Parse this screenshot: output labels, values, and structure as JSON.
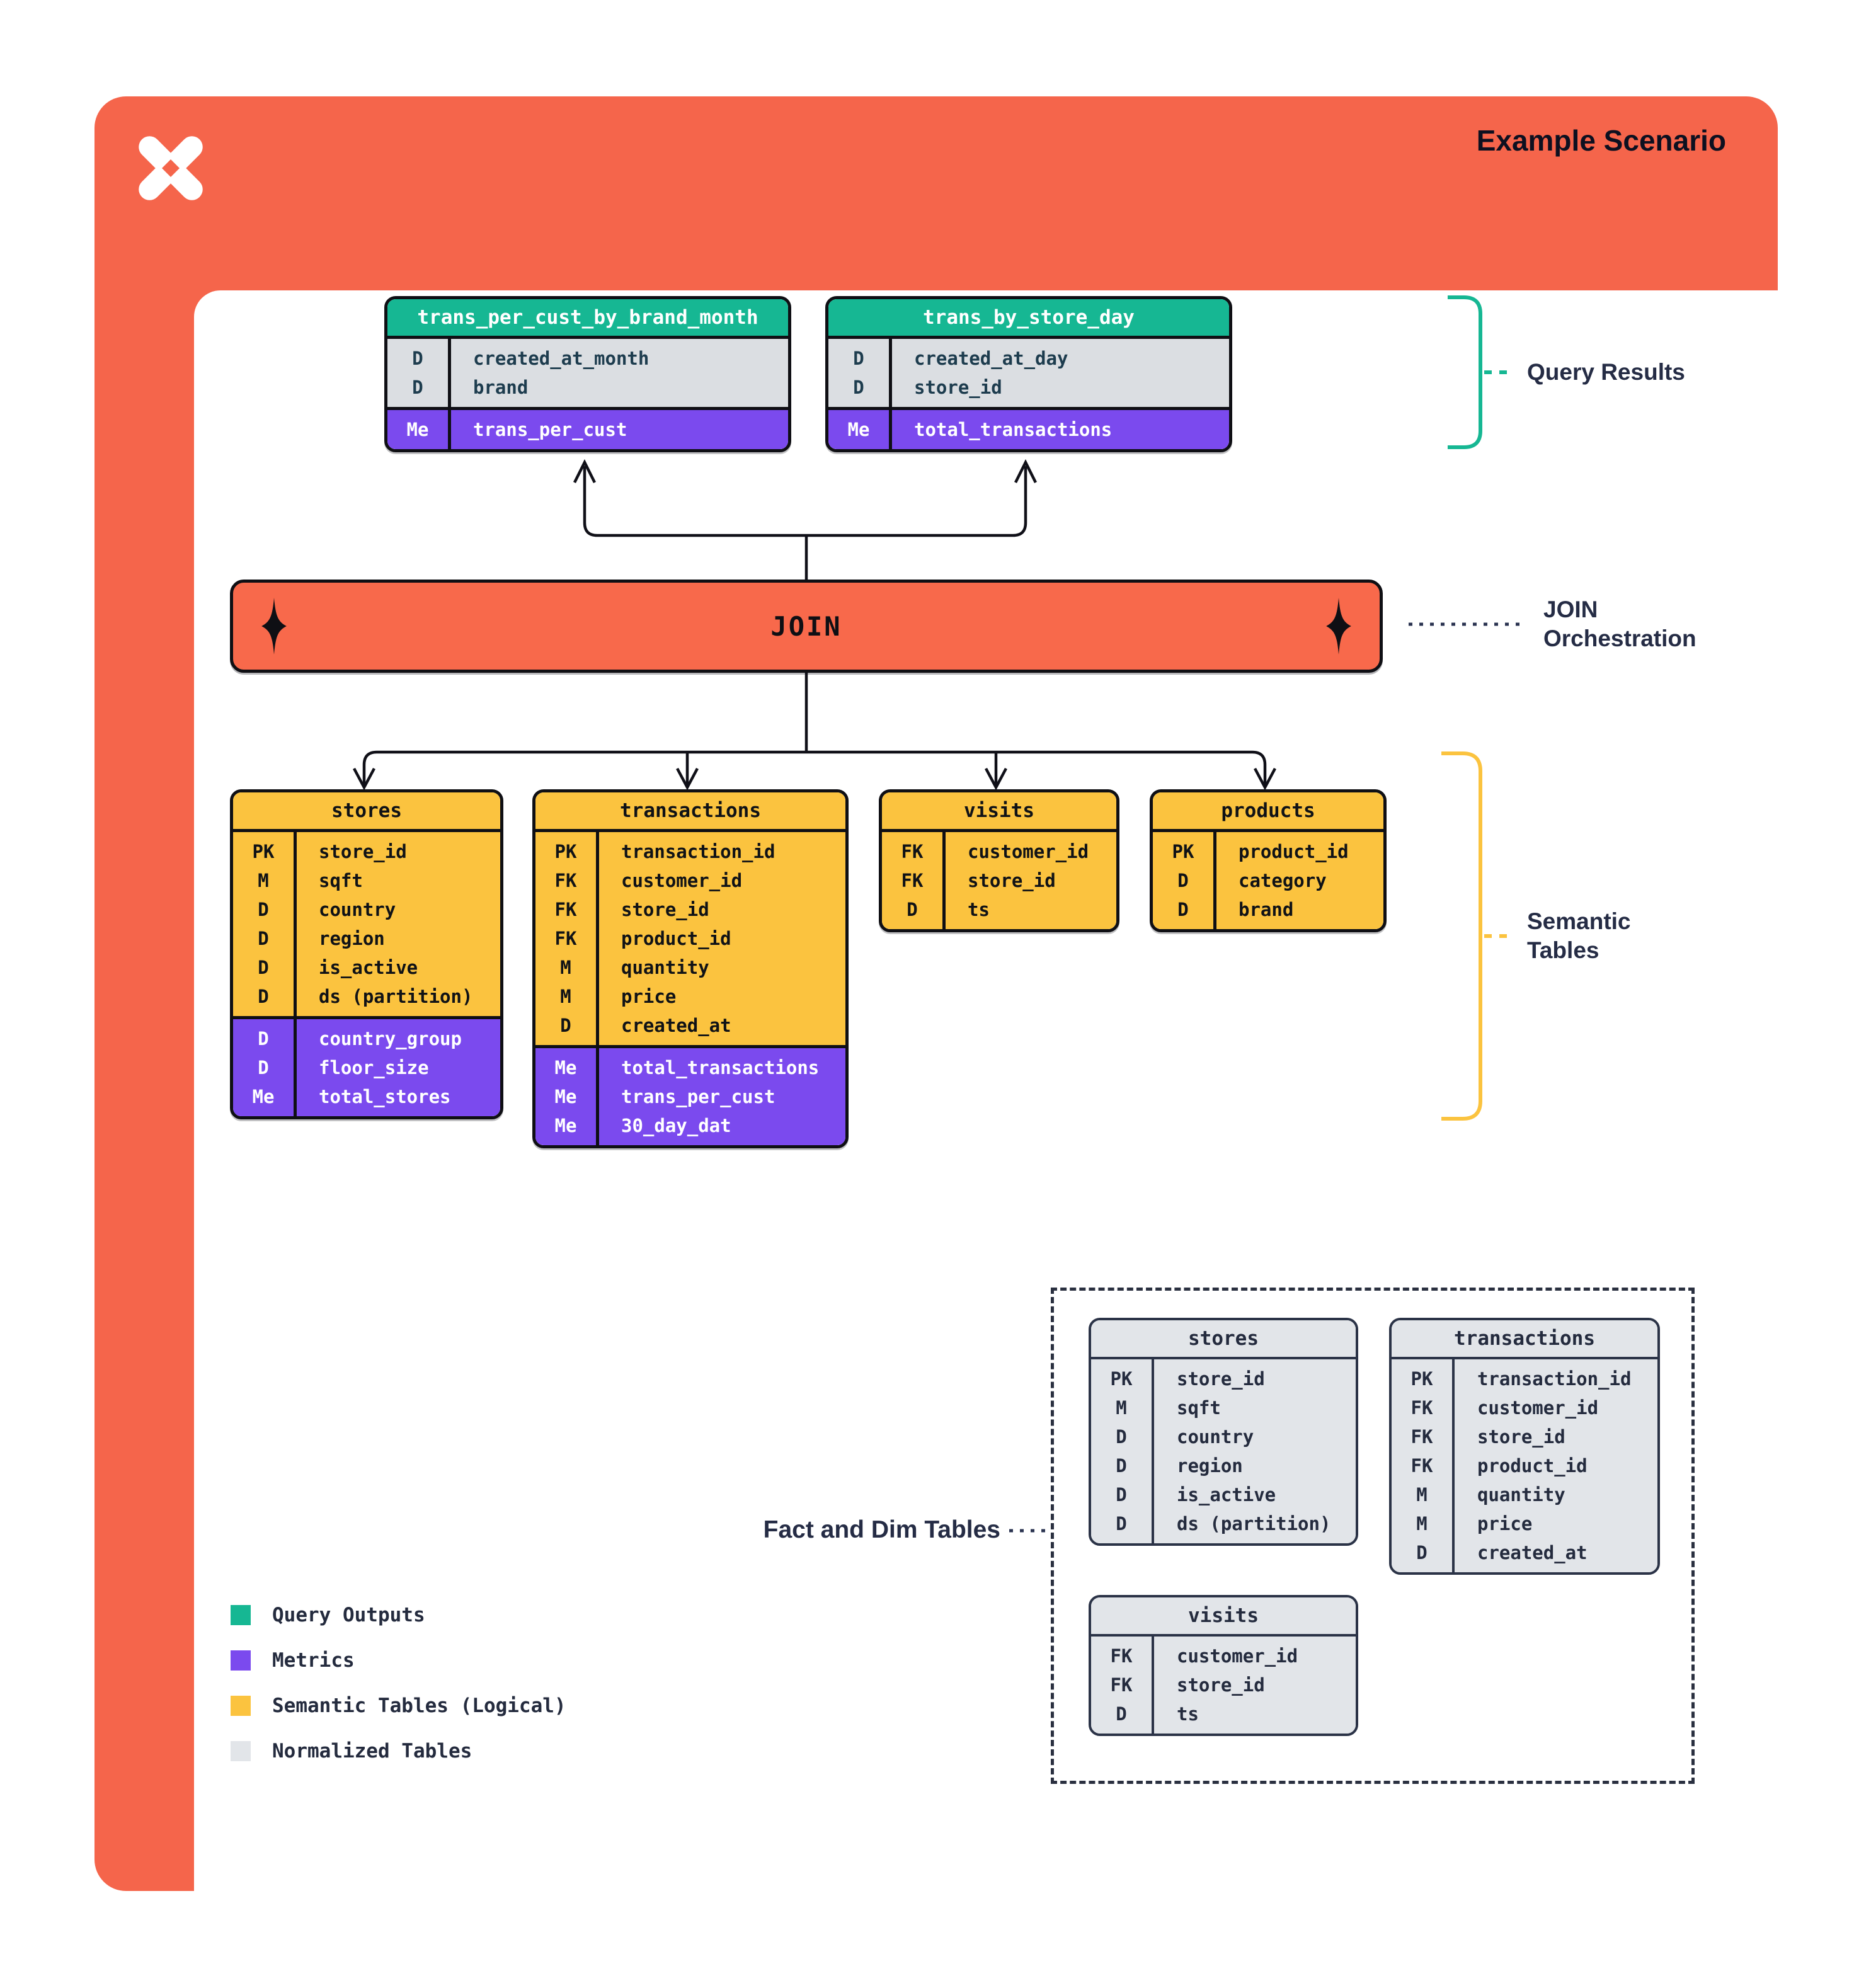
{
  "header": {
    "title": "Example Scenario"
  },
  "icons": {
    "logo": "pinwheel-star-logo",
    "join_left": "sparkle-diamond",
    "join_right": "sparkle-diamond"
  },
  "join": {
    "label": "JOIN"
  },
  "annotations": {
    "query_results": "Query Results",
    "join_orchestration": [
      "JOIN",
      "Orchestration"
    ],
    "semantic_tables": [
      "Semantic",
      "Tables"
    ],
    "fact_and_dim": "Fact and Dim Tables"
  },
  "tables": {
    "q1": {
      "theme": "query",
      "title": "trans_per_cust_by_brand_month",
      "sections": [
        {
          "kind": "dims",
          "rows": [
            [
              "D",
              "created_at_month"
            ],
            [
              "D",
              "brand"
            ]
          ]
        },
        {
          "kind": "metrics",
          "rows": [
            [
              "Me",
              "trans_per_cust"
            ]
          ]
        }
      ]
    },
    "q2": {
      "theme": "query",
      "title": "trans_by_store_day",
      "sections": [
        {
          "kind": "dims",
          "rows": [
            [
              "D",
              "created_at_day"
            ],
            [
              "D",
              "store_id"
            ]
          ]
        },
        {
          "kind": "metrics",
          "rows": [
            [
              "Me",
              "total_transactions"
            ]
          ]
        }
      ]
    },
    "sem_stores": {
      "theme": "semantic",
      "title": "stores",
      "sections": [
        {
          "kind": "dims",
          "rows": [
            [
              "PK",
              "store_id"
            ],
            [
              "M",
              "sqft"
            ],
            [
              "D",
              "country"
            ],
            [
              "D",
              "region"
            ],
            [
              "D",
              "is_active"
            ],
            [
              "D",
              "ds (partition)"
            ]
          ]
        },
        {
          "kind": "metrics",
          "rows": [
            [
              "D",
              "country_group"
            ],
            [
              "D",
              "floor_size"
            ],
            [
              "Me",
              "total_stores"
            ]
          ]
        }
      ]
    },
    "sem_transactions": {
      "theme": "semantic",
      "title": "transactions",
      "sections": [
        {
          "kind": "dims",
          "rows": [
            [
              "PK",
              "transaction_id"
            ],
            [
              "FK",
              "customer_id"
            ],
            [
              "FK",
              "store_id"
            ],
            [
              "FK",
              "product_id"
            ],
            [
              "M",
              "quantity"
            ],
            [
              "M",
              "price"
            ],
            [
              "D",
              "created_at"
            ]
          ]
        },
        {
          "kind": "metrics",
          "rows": [
            [
              "Me",
              "total_transactions"
            ],
            [
              "Me",
              "trans_per_cust"
            ],
            [
              "Me",
              "30_day_dat"
            ]
          ]
        }
      ]
    },
    "sem_visits": {
      "theme": "semantic",
      "title": "visits",
      "sections": [
        {
          "kind": "dims",
          "rows": [
            [
              "FK",
              "customer_id"
            ],
            [
              "FK",
              "store_id"
            ],
            [
              "D",
              "ts"
            ]
          ]
        }
      ]
    },
    "sem_products": {
      "theme": "semantic",
      "title": "products",
      "sections": [
        {
          "kind": "dims",
          "rows": [
            [
              "PK",
              "product_id"
            ],
            [
              "D",
              "category"
            ],
            [
              "D",
              "brand"
            ]
          ]
        }
      ]
    },
    "norm_stores": {
      "theme": "normalized",
      "title": "stores",
      "sections": [
        {
          "kind": "dims",
          "rows": [
            [
              "PK",
              "store_id"
            ],
            [
              "M",
              "sqft"
            ],
            [
              "D",
              "country"
            ],
            [
              "D",
              "region"
            ],
            [
              "D",
              "is_active"
            ],
            [
              "D",
              "ds (partition)"
            ]
          ]
        }
      ]
    },
    "norm_transactions": {
      "theme": "normalized",
      "title": "transactions",
      "sections": [
        {
          "kind": "dims",
          "rows": [
            [
              "PK",
              "transaction_id"
            ],
            [
              "FK",
              "customer_id"
            ],
            [
              "FK",
              "store_id"
            ],
            [
              "FK",
              "product_id"
            ],
            [
              "M",
              "quantity"
            ],
            [
              "M",
              "price"
            ],
            [
              "D",
              "created_at"
            ]
          ]
        }
      ]
    },
    "norm_visits": {
      "theme": "normalized",
      "title": "visits",
      "sections": [
        {
          "kind": "dims",
          "rows": [
            [
              "FK",
              "customer_id"
            ],
            [
              "FK",
              "store_id"
            ],
            [
              "D",
              "ts"
            ]
          ]
        }
      ]
    }
  },
  "legend": [
    {
      "label": "Query Outputs",
      "color": "#16B793"
    },
    {
      "label": "Metrics",
      "color": "#7B4AEE"
    },
    {
      "label": "Semantic Tables (Logical)",
      "color": "#FBC33F"
    },
    {
      "label": "Normalized Tables",
      "color": "#E2E5E9"
    }
  ],
  "colors": {
    "accent_orange": "#F5654B",
    "green": "#16B793",
    "purple": "#7B4AEE",
    "yellow": "#FBC33F",
    "normalized_gray": "#E2E5E9",
    "ink": "#0F0F14",
    "navy": "#252C45"
  }
}
